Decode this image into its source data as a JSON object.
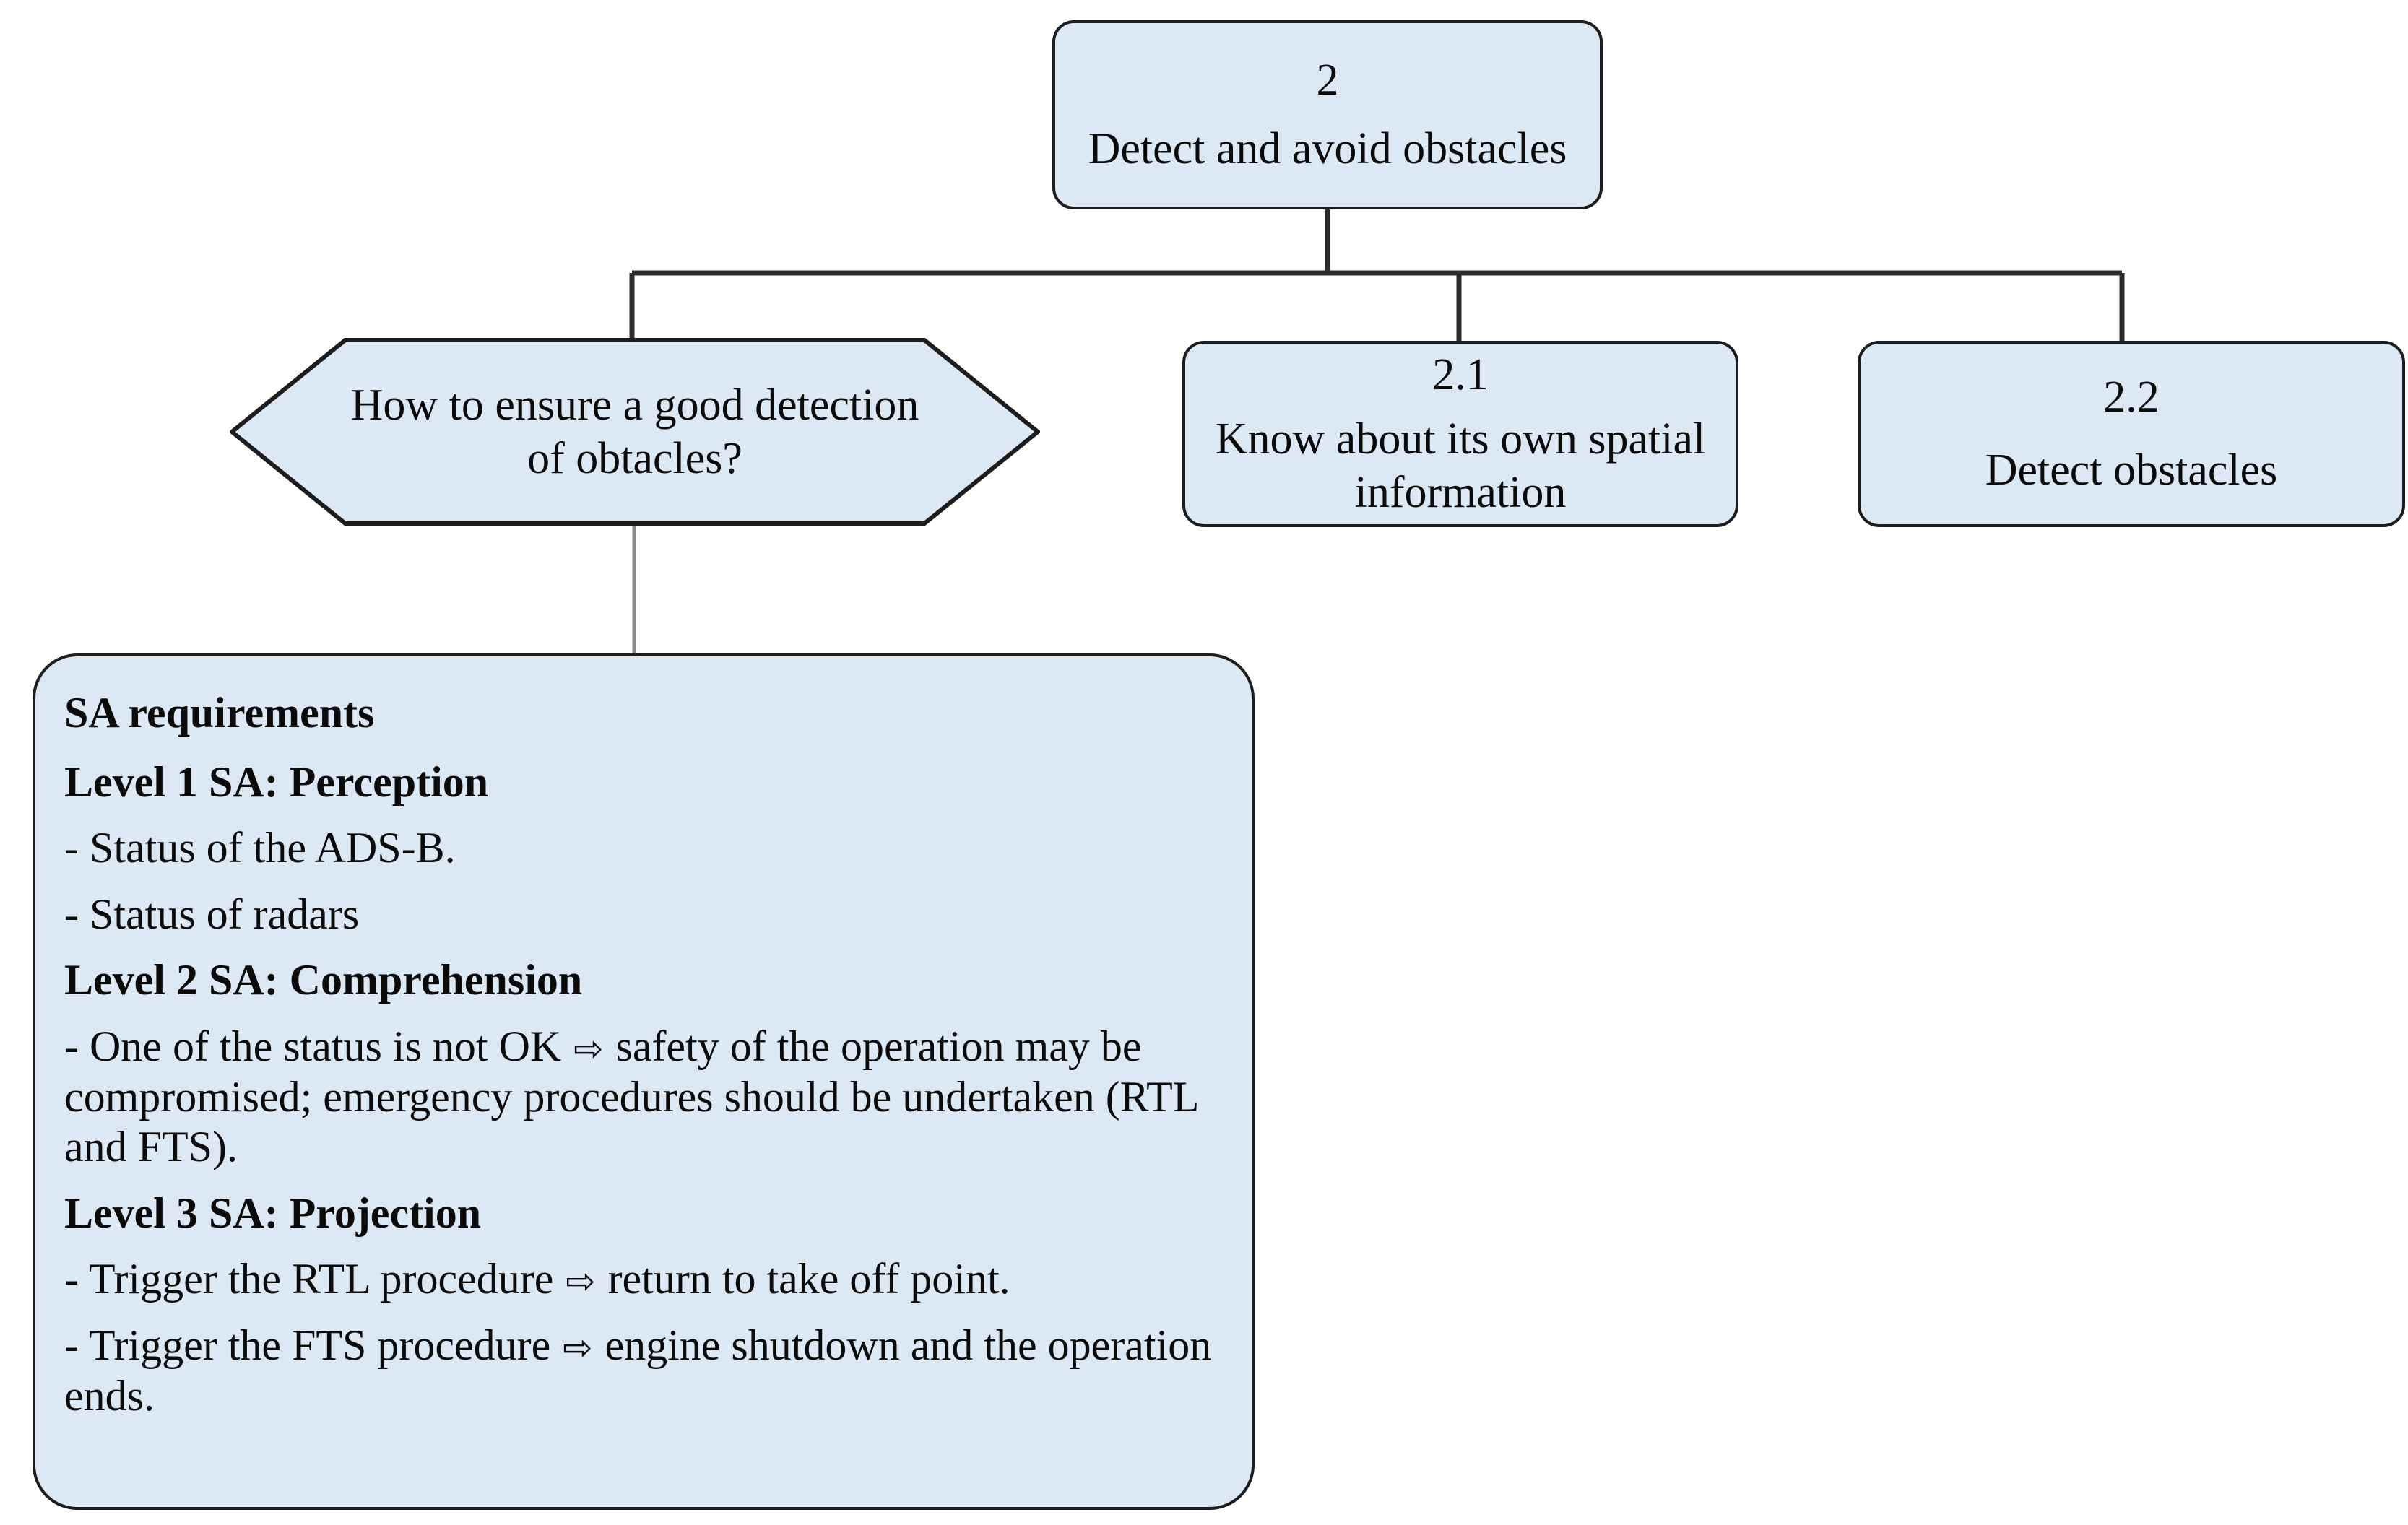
{
  "diagram": {
    "type": "hierarchical-task-tree",
    "palette": {
      "node_fill": "#dce8f4",
      "node_border": "#1d1d1d",
      "edge_color": "#2b2b2b",
      "thin_edge_color": "#8a8a8a",
      "text_color": "#0b0b0b",
      "background": "#ffffff"
    },
    "nodes": {
      "root": {
        "number": "2",
        "label": "Detect and avoid obstacles",
        "shape": "rounded-rectangle"
      },
      "subtask_21": {
        "number": "2.1",
        "label": "Know about its own spatial information",
        "shape": "rounded-rectangle"
      },
      "subtask_22": {
        "number": "2.2",
        "label": "Detect obstacles",
        "shape": "rounded-rectangle"
      },
      "question": {
        "label": "How to ensure a good detection of obtacles?",
        "shape": "hexagon"
      },
      "sa_requirements": {
        "heading": "SA requirements",
        "level1_title": "Level 1 SA: Perception",
        "level1_items": [
          "- Status of the ADS-B.",
          "- Status of radars"
        ],
        "level2_title": "Level 2 SA: Comprehension",
        "level2_items": [
          "- One of the status is not OK ⇨ safety of the operation may be compromised; emergency procedures should be undertaken (RTL and FTS)."
        ],
        "level3_title": "Level 3 SA: Projection",
        "level3_items": [
          "- Trigger the RTL procedure ⇨ return to take off point.",
          "- Trigger the FTS procedure ⇨ engine shutdown and the operation ends."
        ],
        "shape": "rounded-rectangle"
      }
    },
    "edges": [
      {
        "from": "root",
        "to": "question",
        "style": "orthogonal"
      },
      {
        "from": "root",
        "to": "subtask_21",
        "style": "orthogonal"
      },
      {
        "from": "root",
        "to": "subtask_22",
        "style": "orthogonal"
      },
      {
        "from": "question",
        "to": "sa_requirements",
        "style": "straight-thin"
      }
    ]
  }
}
